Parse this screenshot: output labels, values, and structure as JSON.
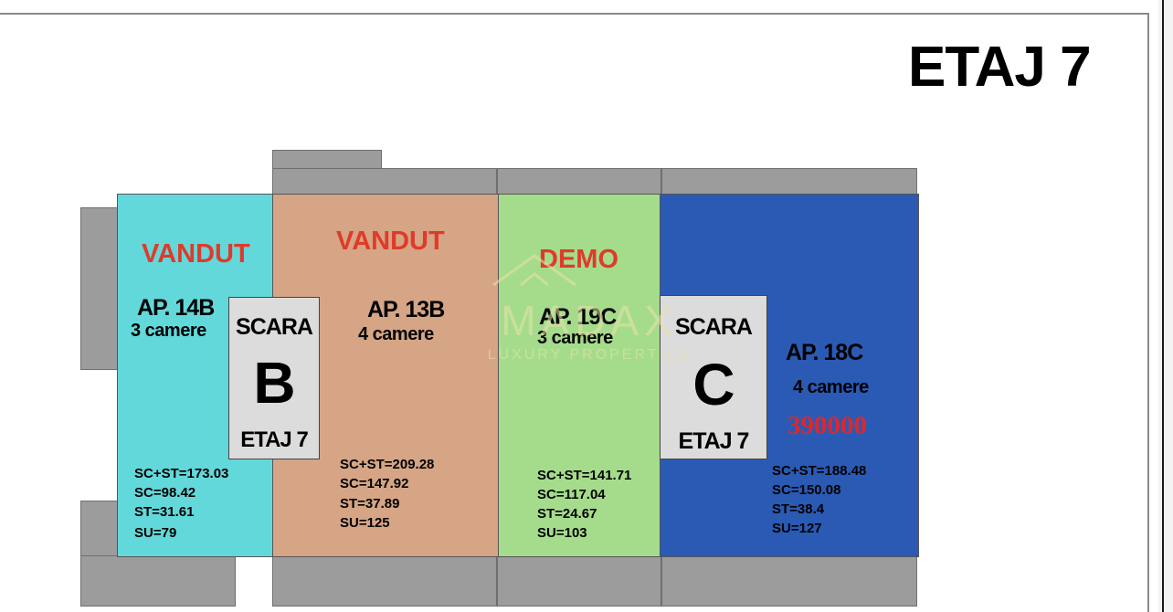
{
  "page": {
    "title": "ETAJ 7"
  },
  "apartments": [
    {
      "id": "14B",
      "status": "VANDUT",
      "name": "AP. 14B",
      "rooms": "3 camere",
      "color": "#63d8da",
      "stats": [
        "SC+ST=173.03",
        "SC=98.42",
        "ST=31.61",
        "SU=79"
      ]
    },
    {
      "id": "13B",
      "status": "VANDUT",
      "name": "AP. 13B",
      "rooms": "4 camere",
      "color": "#d5a585",
      "stats": [
        "SC+ST=209.28",
        "SC=147.92",
        "ST=37.89",
        "SU=125"
      ]
    },
    {
      "id": "19C",
      "status": "DEMO",
      "name": "AP. 19C",
      "rooms": "3 camere",
      "color": "#a5dc8c",
      "stats": [
        "SC+ST=141.71",
        "SC=117.04",
        "ST=24.67",
        "SU=103"
      ]
    },
    {
      "id": "18C",
      "price": "390000",
      "name": "AP. 18C",
      "rooms": "4 camere",
      "color": "#2a5ab4",
      "stats": [
        "SC+ST=188.48",
        "SC=150.08",
        "ST=38.4",
        "SU=127"
      ]
    }
  ],
  "stairs": [
    {
      "label": "SCARA",
      "letter": "B",
      "floor": "ETAJ 7"
    },
    {
      "label": "SCARA",
      "letter": "C",
      "floor": "ETAJ 7"
    }
  ],
  "watermark": {
    "brand": "MADAX",
    "tagline": "LUXURY PROPERTIES"
  },
  "colors": {
    "status_red": "#e03a2a",
    "gray_block": "#9c9c9c"
  }
}
